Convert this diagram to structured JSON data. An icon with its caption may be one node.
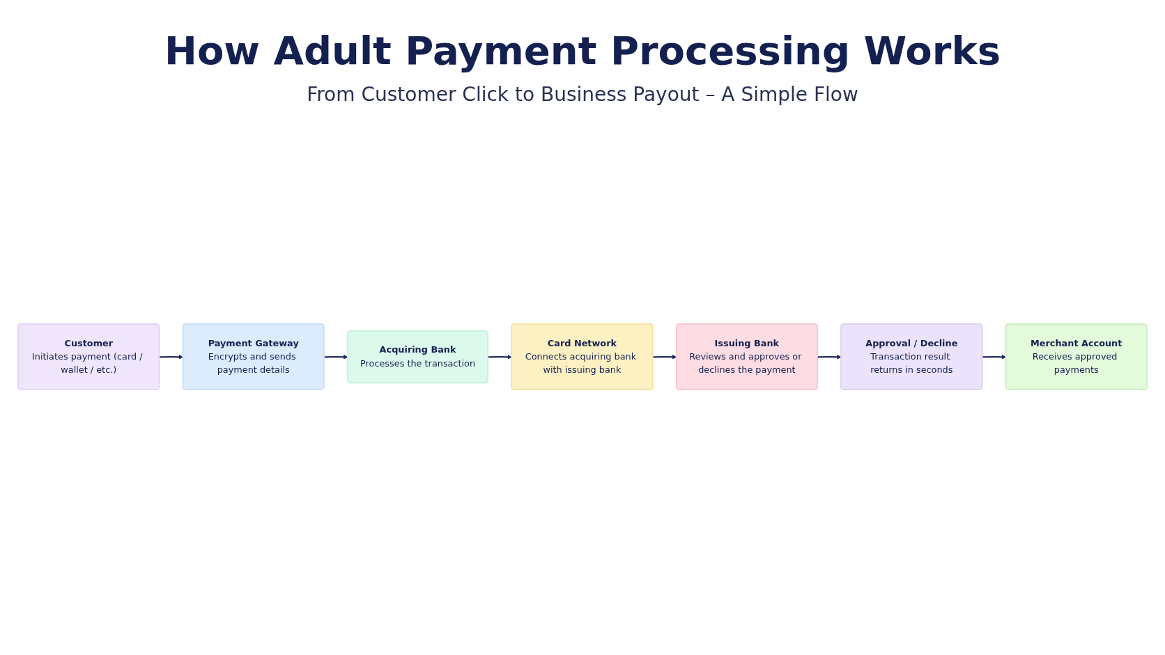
{
  "diagram": {
    "title": "How Adult Payment Processing Works",
    "nodes": [
      {
        "text": [
          "Customer",
          "Initiates payment (card / wallet / etc.)"
        ]
      },
      {
        "text": [
          "Payment Gateway",
          "Encrypts and sends payment details"
        ]
      },
      {
        "text": [
          "Acquiring Bank",
          "Processes the transaction"
        ]
      },
      {
        "text": [
          "Card Network",
          "Connects acquiring bank with issuing bank"
        ]
      },
      {
        "text": [
          "Issuing Bank",
          "Reviews and approves or declines the payment"
        ]
      },
      {
        "text": [
          "Approval / Decline",
          "Transaction result returns in seconds"
        ]
      },
      {
        "text": [
          "Merchant Account",
          "Receives approved payments"
        ]
      }
    ],
    "edges": [
      {
        "from": 0,
        "to": 1,
        "arrow": "to"
      },
      {
        "from": 1,
        "to": 2,
        "arrow": "to"
      },
      {
        "from": 2,
        "to": 3,
        "arrow": "to"
      },
      {
        "from": 3,
        "to": 4,
        "arrow": "to"
      },
      {
        "from": 4,
        "to": 5,
        "arrow": "to"
      },
      {
        "from": 5,
        "to": 6,
        "arrow": "to"
      }
    ],
    "labels": [
      "From Customer Click to Business Payout – A Simple Flow"
    ]
  }
}
